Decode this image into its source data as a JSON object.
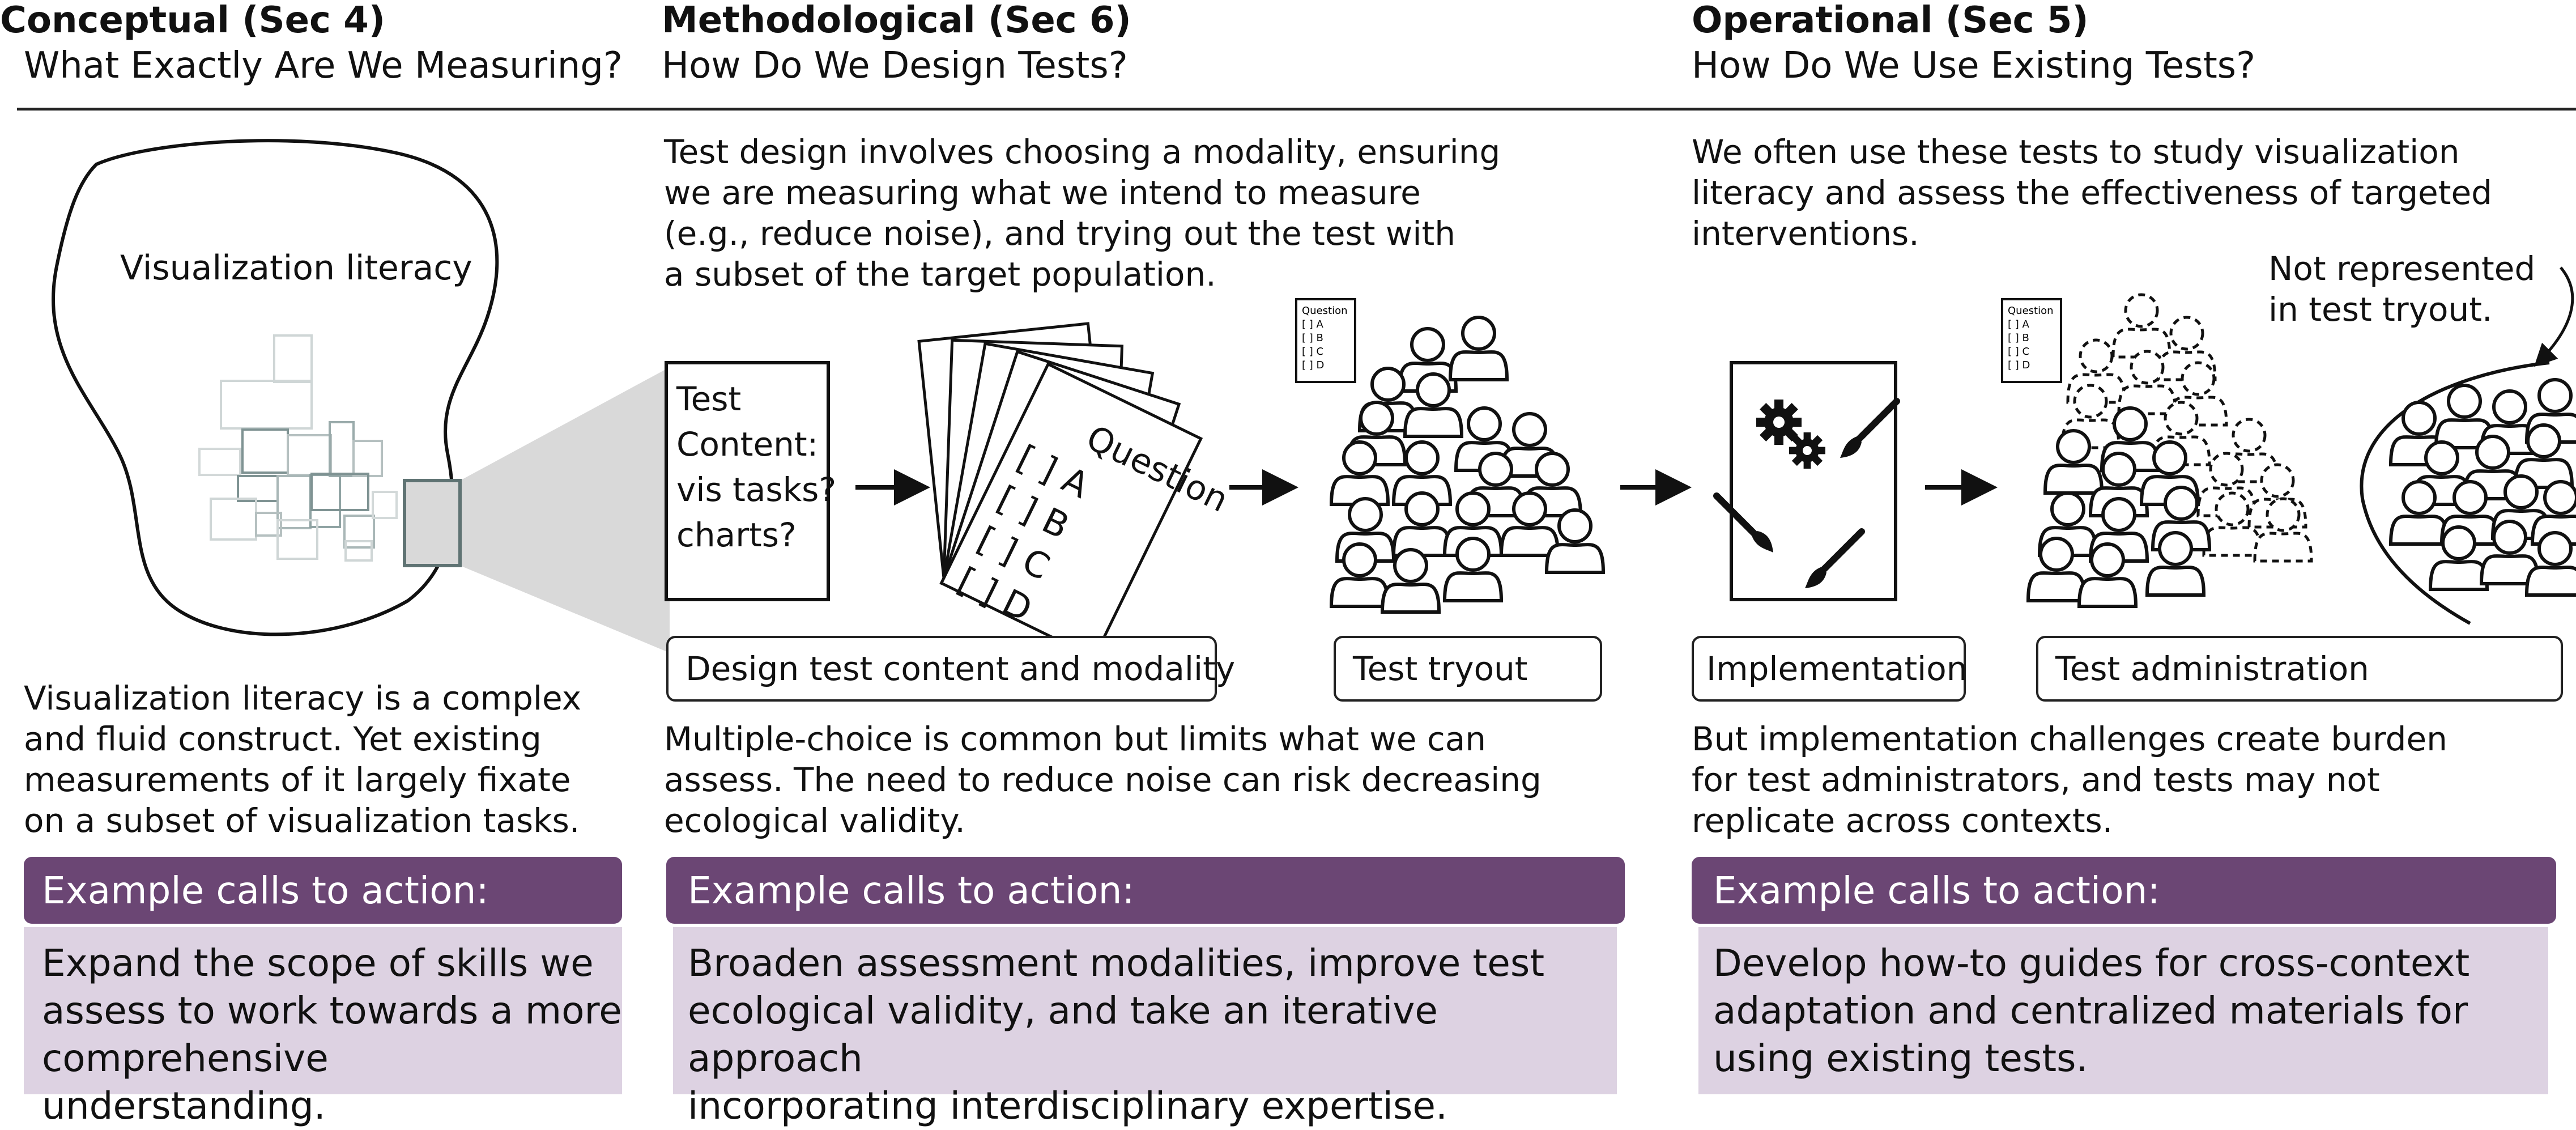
{
  "columns": {
    "conceptual": {
      "title": "Conceptual (Sec 4)",
      "subtitle": "What Exactly Are We Measuring?",
      "blob_label": "Visualization literacy",
      "description": "Visualization literacy is a complex\nand fluid construct. Yet existing\nmeasurements of it largely fixate\non a subset of visualization tasks.",
      "cta_header": "Example calls to action:",
      "cta_body": "Expand the scope of skills we\nassess to work towards a more\ncomprehensive understanding."
    },
    "methodological": {
      "title": "Methodological (Sec 6)",
      "subtitle": "How Do We Design Tests?",
      "intro": "Test design involves choosing a modality, ensuring\nwe are measuring what we intend to measure\n(e.g., reduce noise), and trying out the test with\na subset of the target population.",
      "content_card": "Test\nContent:\nvis tasks?\ncharts?",
      "paper_lines": [
        "Question",
        "[ ] A",
        "[ ] B",
        "[ ] C",
        "[ ] D"
      ],
      "mini_sheet": [
        "Question",
        "[ ] A",
        "[ ] B",
        "[ ] C",
        "[ ] D"
      ],
      "label_design": "Design test content and modality",
      "label_tryout": "Test tryout",
      "description": "Multiple-choice is common but limits what we can\nassess. The need to reduce noise can risk decreasing\necological validity.",
      "cta_header": "Example calls to action:",
      "cta_body": "Broaden assessment modalities, improve test\necological validity, and take an iterative approach\nincorporating interdisciplinary expertise."
    },
    "operational": {
      "title": "Operational (Sec 5)",
      "subtitle": "How Do We Use Existing Tests?",
      "intro": "We often use these tests to study visualization\nliteracy and assess the effectiveness of targeted\ninterventions.",
      "note": "Not represented\nin test tryout.",
      "mini_sheet": [
        "Question",
        "[ ] A",
        "[ ] B",
        "[ ] C",
        "[ ] D"
      ],
      "label_implementation": "Implementation",
      "label_administration": "Test administration",
      "description": "But implementation challenges create burden\nfor test administrators, and tests may not\nreplicate across contexts.",
      "cta_header": "Example calls to action:",
      "cta_body": "Develop how-to guides for cross-context\nadaptation and centralized materials for\nusing existing tests."
    }
  },
  "colors": {
    "cta_header_bg": "#6b4674",
    "cta_body_bg": "#ddd2e2",
    "zoom_wedge": "#d9d9d9",
    "task_squares": "#8fa3a3"
  },
  "icons": [
    "gear-icon",
    "paintbrush-icon",
    "arrow-right-icon",
    "person-icon",
    "curved-arrow-icon"
  ]
}
